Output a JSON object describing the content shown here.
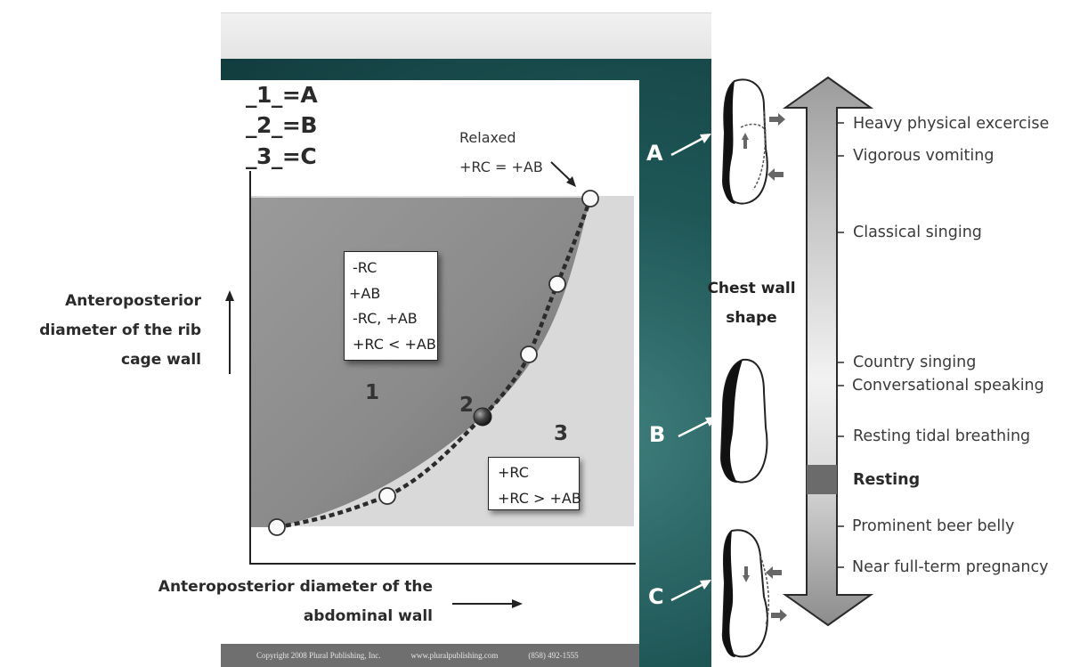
{
  "legend": [
    "_1_=A",
    "_2_=B",
    "_3_=C"
  ],
  "y_axis_label": [
    "Anteroposterior",
    "diameter of the rib",
    "cage wall"
  ],
  "x_axis_label": [
    "Anteroposterior diameter of the",
    "abdominal wall"
  ],
  "relaxed_annotation": [
    "Relaxed",
    "+RC = +AB"
  ],
  "box_zone1": [
    "-RC",
    "+AB",
    "-RC, +AB",
    "+RC < +AB"
  ],
  "box_zone3": [
    "+RC",
    "+RC > +AB"
  ],
  "zone_labels": [
    "1",
    "2",
    "3"
  ],
  "footer": [
    "Copyright 2008 Plural Publishing, Inc.",
    "www.pluralpublishing.com",
    "(858) 492-1555"
  ],
  "chest_wall_title": [
    "Chest wall",
    "shape"
  ],
  "shape_letters": [
    "A",
    "B",
    "C"
  ],
  "activities": [
    "Heavy physical excercise",
    "Vigorous vomiting",
    "Classical singing",
    "Country singing",
    "Conversational speaking",
    "Resting tidal breathing",
    "Resting",
    "Prominent beer belly",
    "Near full-term pregnancy"
  ],
  "colors": {
    "teal": "#1e5656",
    "zone1_dark": "#858585",
    "zone3_light": "#d9d9d9",
    "curve": "#2b2b2b",
    "resting_band": "#6b6b6b"
  }
}
